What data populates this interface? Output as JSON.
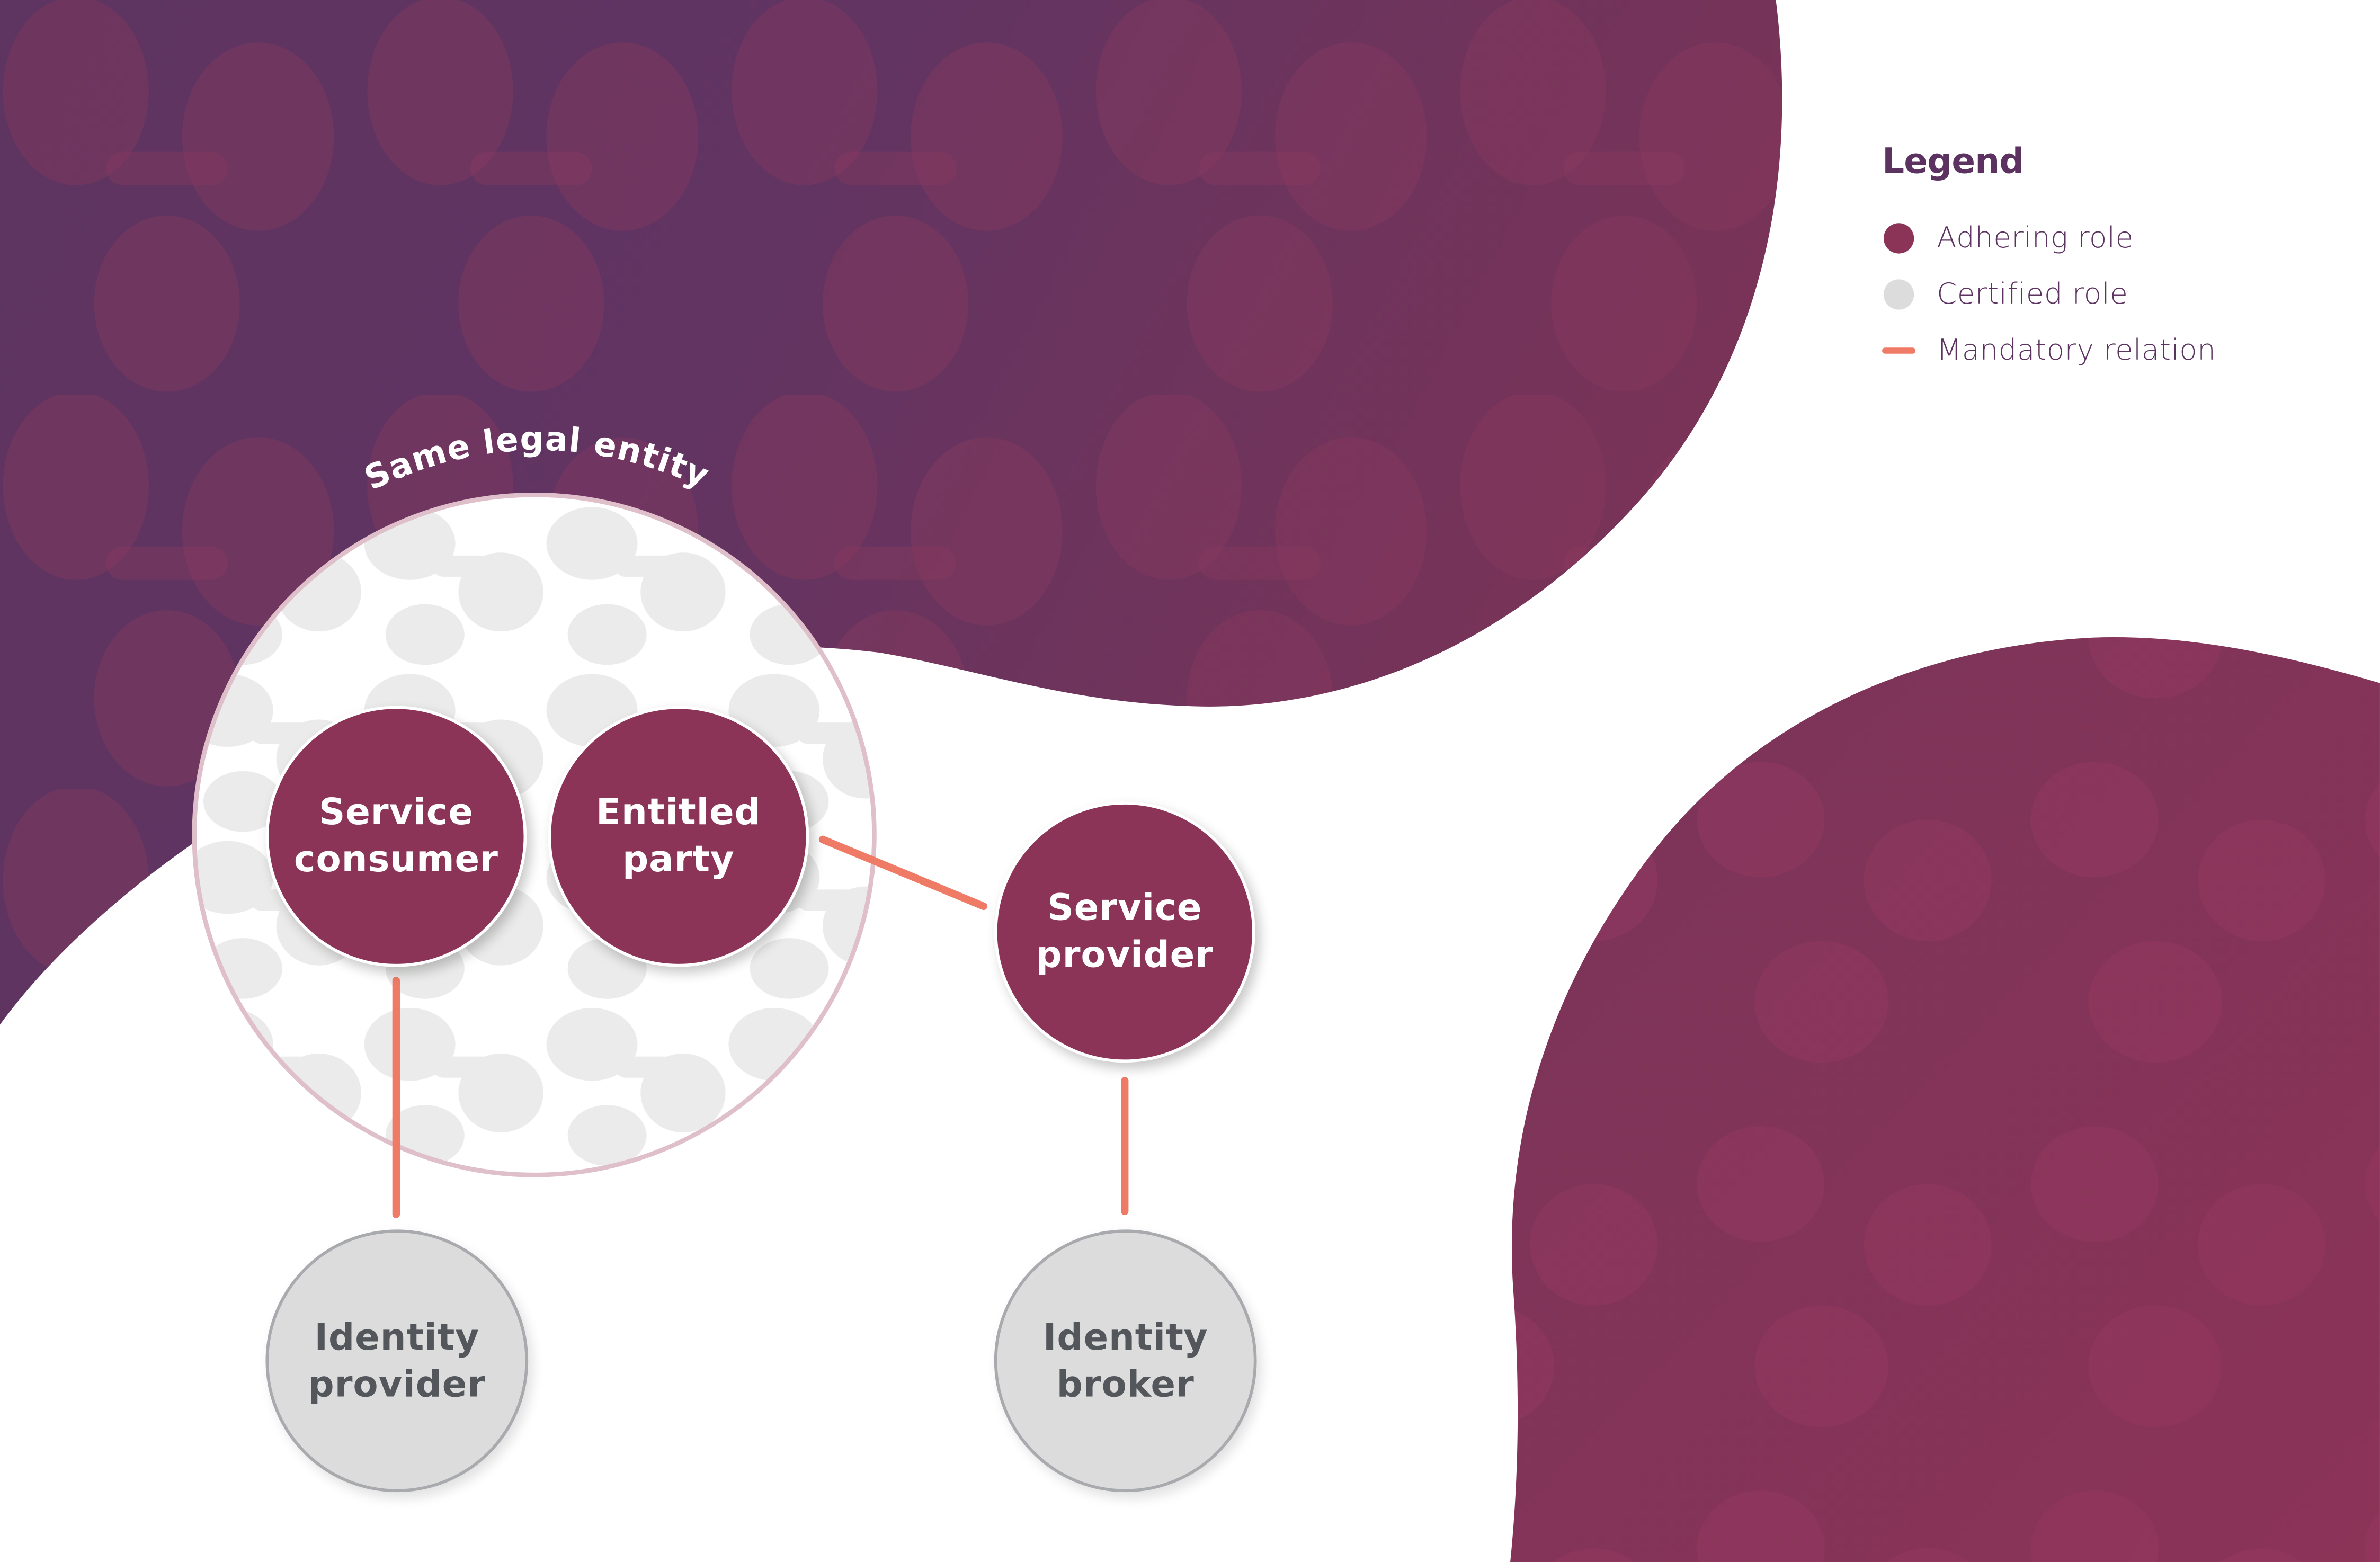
{
  "diagram": {
    "group_label": "Same legal entity",
    "nodes": {
      "service_consumer": {
        "line1": "Service",
        "line2": "consumer",
        "role": "adhering"
      },
      "entitled_party": {
        "line1": "Entitled",
        "line2": "party",
        "role": "adhering"
      },
      "service_provider": {
        "line1": "Service",
        "line2": "provider",
        "role": "adhering"
      },
      "identity_provider": {
        "line1": "Identity",
        "line2": "provider",
        "role": "certified"
      },
      "identity_broker": {
        "line1": "Identity",
        "line2": "broker",
        "role": "certified"
      }
    },
    "relations": [
      {
        "from": "Service consumer",
        "to": "Identity provider",
        "type": "mandatory"
      },
      {
        "from": "Entitled party",
        "to": "Service provider",
        "type": "mandatory"
      },
      {
        "from": "Service provider",
        "to": "Identity broker",
        "type": "mandatory"
      }
    ]
  },
  "legend": {
    "title": "Legend",
    "items": [
      {
        "label": "Adhering role",
        "icon": "filled-circle-icon",
        "color": "#8c3358"
      },
      {
        "label": "Certified role",
        "icon": "filled-circle-icon",
        "color": "#dcdcdd"
      },
      {
        "label": "Mandatory relation",
        "icon": "line-icon",
        "color": "#ef7b67"
      }
    ]
  },
  "colors": {
    "adhering": "#8c3358",
    "certified": "#dcdcdd",
    "relation": "#ef7b67",
    "blob_dark": "#5e3460",
    "blob_light": "#8a3358",
    "text_dark": "#5c3260"
  }
}
